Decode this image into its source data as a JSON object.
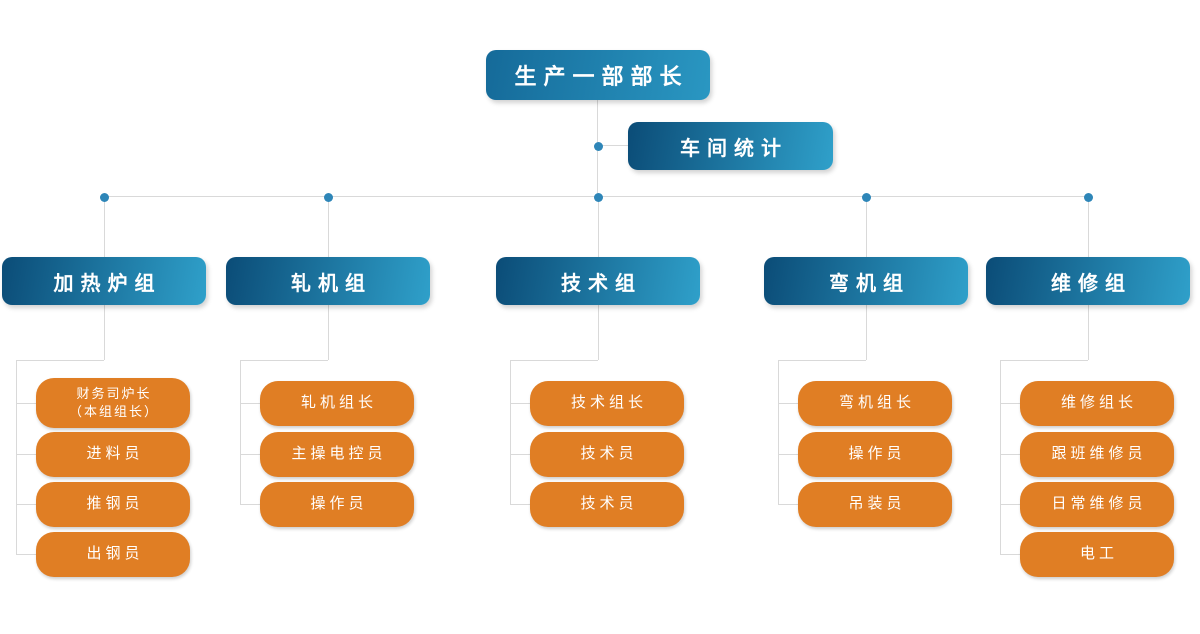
{
  "root": {
    "label": "生产一部部长"
  },
  "assistant": {
    "label": "车间统计"
  },
  "groups": [
    {
      "label": "加热炉组",
      "members": [
        "财务司炉长\n（本组组长）",
        "进料员",
        "推钢员",
        "出钢员"
      ]
    },
    {
      "label": "轧机组",
      "members": [
        "轧机组长",
        "主操电控员",
        "操作员"
      ]
    },
    {
      "label": "技术组",
      "members": [
        "技术组长",
        "技术员",
        "技术员"
      ]
    },
    {
      "label": "弯机组",
      "members": [
        "弯机组长",
        "操作员",
        "吊装员"
      ]
    },
    {
      "label": "维修组",
      "members": [
        "维修组长",
        "跟班维修员",
        "日常维修员",
        "电工"
      ]
    }
  ],
  "colors": {
    "blue-dark": "#0b4c77",
    "blue-light": "#2fa0ca",
    "root-dark": "#156a99",
    "root-light": "#2a97c2",
    "orange": "#e07e24",
    "line": "#d9d9d9",
    "dot": "#2e86b8"
  }
}
